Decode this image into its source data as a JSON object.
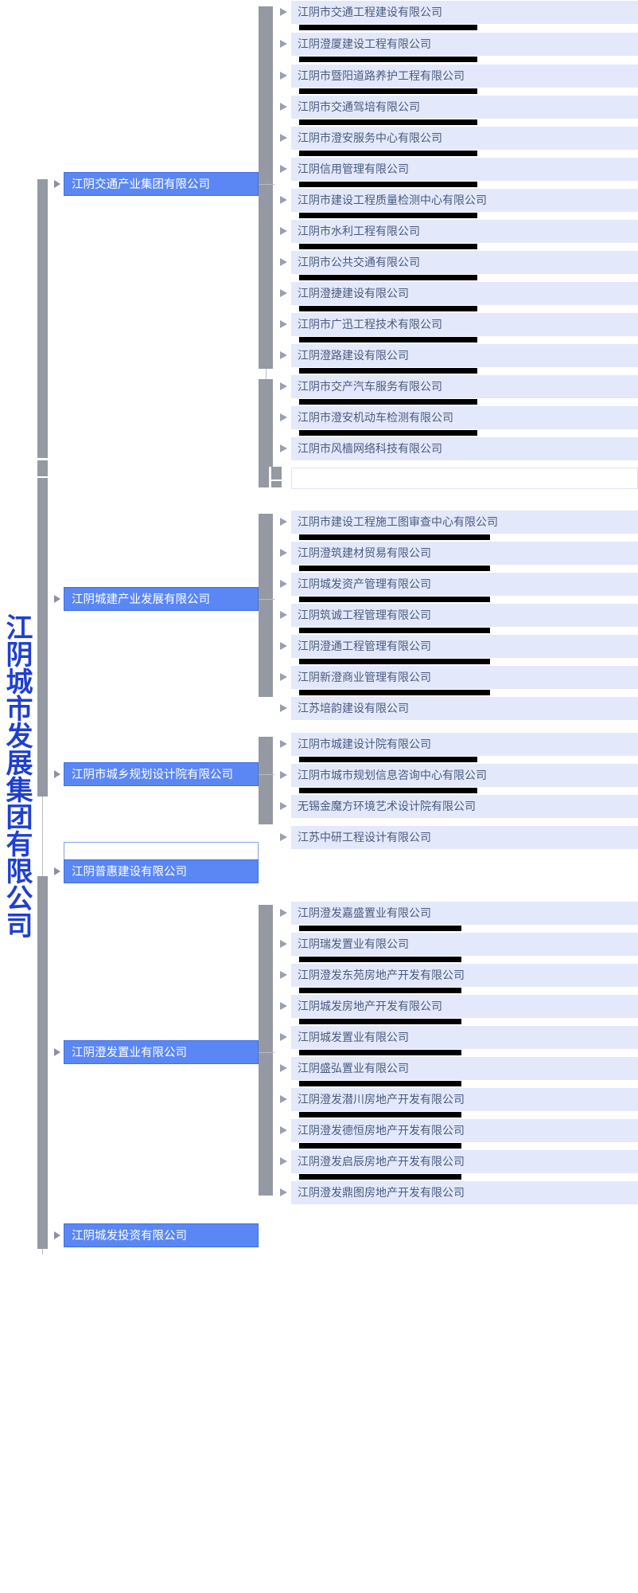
{
  "root": {
    "name": "江阴城市发展集团有限公司"
  },
  "colors": {
    "group_fill": "#5b87f4",
    "group_text": "#ffffff",
    "leaf_fill": "#e3e9fa",
    "leaf_text": "#4a5a80",
    "connector": "#9599a3",
    "root_text": "#1f3fd1",
    "redaction": "#000000"
  },
  "groups": [
    {
      "label": "江阴交通产业集团有限公司",
      "children": [
        {
          "label": "江阴市交通工程建设有限公司",
          "redacted": true
        },
        {
          "label": "江阴澄厦建设工程有限公司",
          "redacted": true
        },
        {
          "label": "江阴市暨阳道路养护工程有限公司",
          "redacted": true
        },
        {
          "label": "江阴市交通驾培有限公司",
          "redacted": true
        },
        {
          "label": "江阴市澄安服务中心有限公司",
          "redacted": true
        },
        {
          "label": "江阴信用管理有限公司",
          "redacted": true
        },
        {
          "label": "江阴市建设工程质量检测中心有限公司",
          "redacted": true
        },
        {
          "label": "江阴市水利工程有限公司",
          "redacted": true
        },
        {
          "label": "江阴市公共交通有限公司",
          "redacted": true
        },
        {
          "label": "江阴澄捷建设有限公司",
          "redacted": true
        },
        {
          "label": "江阴市广迅工程技术有限公司",
          "redacted": true
        },
        {
          "label": "江阴澄路建设有限公司",
          "redacted": true
        },
        {
          "label": "江阴市交产汽车服务有限公司",
          "redacted": true
        },
        {
          "label": "江阴市澄安机动车检测有限公司",
          "redacted": true
        },
        {
          "label": "江阴市风樯网络科技有限公司",
          "redacted": false
        },
        {
          "label": "",
          "redacted": false,
          "blank": true
        }
      ]
    },
    {
      "label": "江阴城建产业发展有限公司",
      "children": [
        {
          "label": "江阴市建设工程施工图审查中心有限公司",
          "redacted": true
        },
        {
          "label": "江阴澄筑建材贸易有限公司",
          "redacted": true
        },
        {
          "label": "江阴城发资产管理有限公司",
          "redacted": true
        },
        {
          "label": "江阴筑诚工程管理有限公司",
          "redacted": true
        },
        {
          "label": "江阴澄通工程管理有限公司",
          "redacted": true
        },
        {
          "label": "江阴新澄商业管理有限公司",
          "redacted": true
        },
        {
          "label": "江苏培韵建设有限公司",
          "redacted": false
        }
      ]
    },
    {
      "label": "江阴市城乡规划设计院有限公司",
      "children": [
        {
          "label": "江阴市城建设计院有限公司",
          "redacted": true
        },
        {
          "label": "江阴市城市规划信息咨询中心有限公司",
          "redacted": true
        },
        {
          "label": "无锡金魔方环境艺术设计院有限公司",
          "redacted": false
        },
        {
          "label": "江苏中研工程设计有限公司",
          "redacted": false
        }
      ]
    },
    {
      "label": "江阴普惠建设有限公司",
      "children": []
    },
    {
      "label": "江阴澄发置业有限公司",
      "children": [
        {
          "label": "江阴澄发嘉盛置业有限公司",
          "redacted": true
        },
        {
          "label": "江阴瑞发置业有限公司",
          "redacted": true
        },
        {
          "label": "江阴澄发东苑房地产开发有限公司",
          "redacted": true
        },
        {
          "label": "江阴城发房地产开发有限公司",
          "redacted": true
        },
        {
          "label": "江阴城发置业有限公司",
          "redacted": true
        },
        {
          "label": "江阴盛弘置业有限公司",
          "redacted": true
        },
        {
          "label": "江阴澄发潜川房地产开发有限公司",
          "redacted": true
        },
        {
          "label": "江阴澄发德恒房地产开发有限公司",
          "redacted": true
        },
        {
          "label": "江阴澄发启辰房地产开发有限公司",
          "redacted": true
        },
        {
          "label": "江阴澄发鼎图房地产开发有限公司",
          "redacted": false
        }
      ]
    },
    {
      "label": "江阴城发投资有限公司",
      "children": []
    }
  ],
  "extra_boxes": [
    {
      "label": "",
      "kind": "empty-outline"
    }
  ]
}
